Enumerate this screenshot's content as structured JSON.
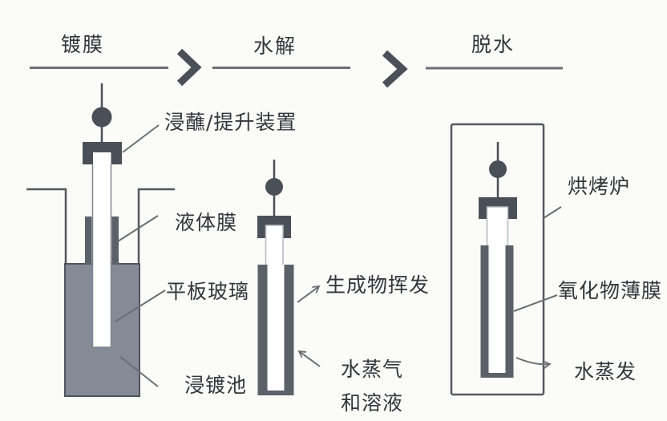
{
  "stages": [
    {
      "title": "镀膜"
    },
    {
      "title": "水解"
    },
    {
      "title": "脱水"
    }
  ],
  "coating": {
    "dipper_label": "浸蘸/提升装置",
    "liquid_film_label": "液体膜",
    "glass_label": "平板玻璃",
    "tank_label": "浸镀池"
  },
  "hydrolysis": {
    "volatilize_label": "生成物挥发",
    "vapor_label_line1": "水蒸气",
    "vapor_label_line2": "和溶液"
  },
  "dehydration": {
    "oven_label": "烘烤炉",
    "oxide_label": "氧化物薄膜",
    "evaporation_label": "水蒸发"
  },
  "colors": {
    "dark_part": "#4a4f58",
    "film": "#5a6169",
    "liquid": "#848b97",
    "line": "#6b6e73",
    "text": "#33363b",
    "background": "#fbfbf8"
  }
}
